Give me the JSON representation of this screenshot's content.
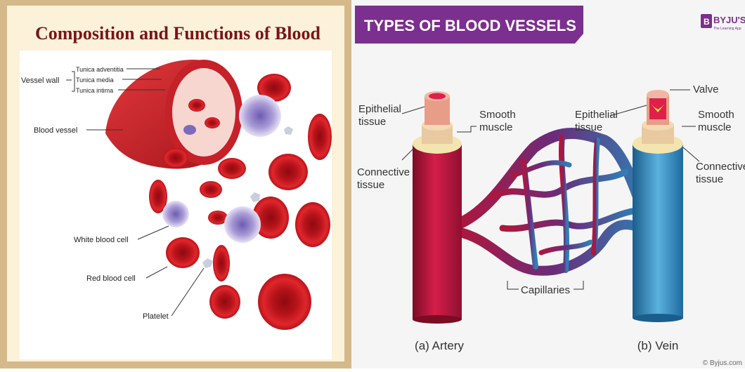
{
  "left_panel": {
    "title": "Composition and Functions of Blood",
    "labels": {
      "vessel_wall": "Vessel wall",
      "tunica_adventitia": "Tunica adventitia",
      "tunica_media": "Tunica media",
      "tunica_intima": "Tunica intima",
      "blood_vessel": "Blood vessel",
      "white_blood_cell": "White blood cell",
      "red_blood_cell": "Red blood cell",
      "platelet": "Platelet"
    },
    "colors": {
      "frame": "#d6b98a",
      "title": "#7a1418",
      "blood_red": "#c4161c"
    }
  },
  "right_panel": {
    "title": "TYPES OF BLOOD VESSELS",
    "brand": "BYJU'S",
    "brand_tagline": "The Learning App",
    "copyright": "© Byjus.com",
    "labels": {
      "artery_epithelial": "Epithelial\ntissue",
      "artery_smooth": "Smooth\nmuscle",
      "artery_connective": "Connective\ntissue",
      "vein_valve": "Valve",
      "vein_epithelial": "Epithelial\ntissue",
      "vein_smooth": "Smooth\nmuscle",
      "vein_connective": "Connective\ntissue",
      "capillaries": "Capillaries",
      "artery": "(a) Artery",
      "vein": "(b) Vein"
    },
    "colors": {
      "banner": "#7b2f8e",
      "artery": "#b0163a",
      "vein": "#2f7fb5"
    }
  }
}
